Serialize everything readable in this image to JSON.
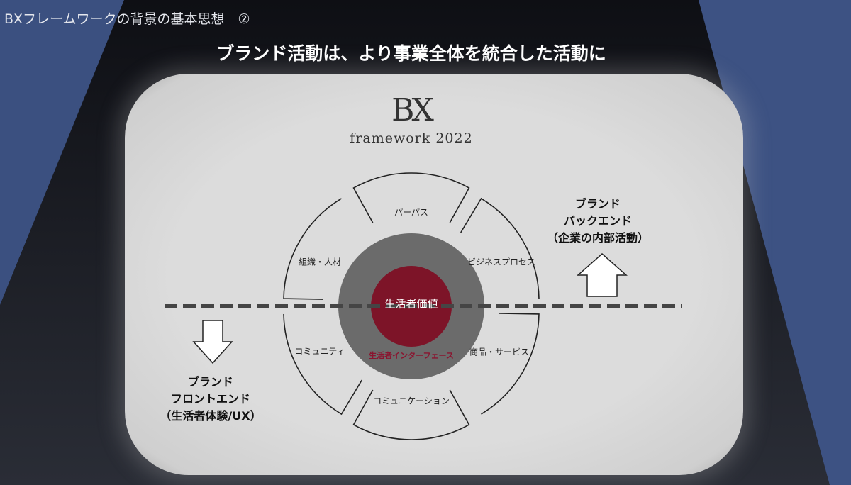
{
  "slide_title": "BXフレームワークの背景の基本思想　②",
  "headline": "ブランド活動は、より事業全体を統合した活動に",
  "logo": {
    "mark": "BX",
    "subtitle": "framework 2022"
  },
  "diagram": {
    "core": "生活者価値",
    "interface": "生活者インターフェース",
    "segments": [
      "パーパス",
      "ビジネスプロセス",
      "商品・サービス",
      "コミュニケーション",
      "コミュニティ",
      "組織・人材"
    ]
  },
  "backend": {
    "line1": "ブランド",
    "line2": "バックエンド",
    "line3": "（企業の内部活動）"
  },
  "frontend": {
    "line1": "ブランド",
    "line2": "フロントエンド",
    "line3": "（生活者体験/UX）"
  },
  "colors": {
    "core": "#7d1428",
    "ring": "#6b6b6b",
    "accent_blue": "#3b5080"
  }
}
